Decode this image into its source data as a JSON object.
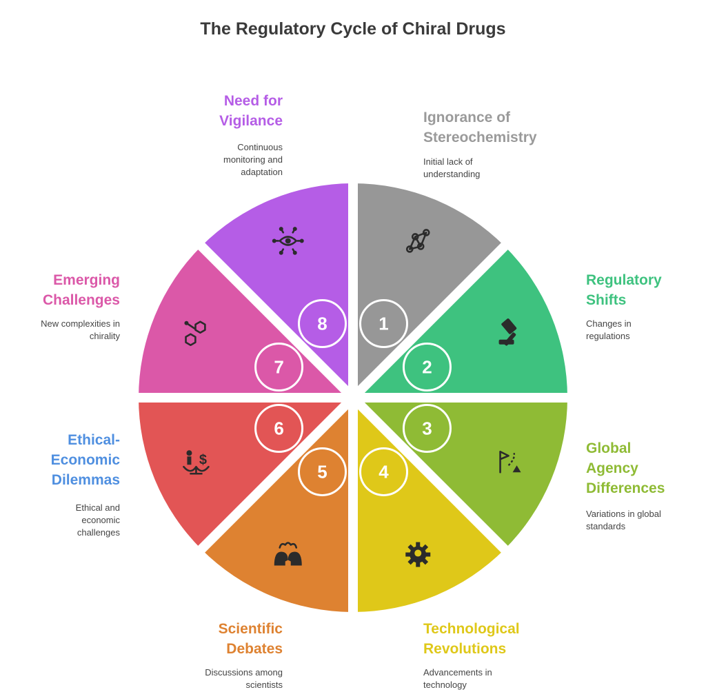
{
  "title": "The Regulatory Cycle of Chiral Drugs",
  "stages": [
    {
      "number": "1",
      "title": "Ignorance of\nStereochemistry",
      "description": "Initial lack of\nunderstanding",
      "color": "#979797",
      "icon": "molecule-network-icon"
    },
    {
      "number": "2",
      "title": "Regulatory\nShifts",
      "description": "Changes in\nregulations",
      "color": "#3ec27f",
      "icon": "gavel-icon"
    },
    {
      "number": "3",
      "title": "Global\nAgency\nDifferences",
      "description": "Variations in global\nstandards",
      "color": "#8fbb35",
      "icon": "flag-path-icon"
    },
    {
      "number": "4",
      "title": "Technological\nRevolutions",
      "description": "Advancements in\ntechnology",
      "color": "#dfc819",
      "icon": "gear-bulb-icon"
    },
    {
      "number": "5",
      "title": "Scientific\nDebates",
      "description": "Discussions among\nscientists",
      "color": "#de8231",
      "icon": "debate-heads-icon"
    },
    {
      "number": "6",
      "title": "Ethical-\nEconomic\nDilemmas",
      "description": "Ethical and\neconomic\nchallenges",
      "color": "#e25555",
      "icon": "balance-scale-icon"
    },
    {
      "number": "7",
      "title": "Emerging\nChallenges",
      "description": "New complexities in\nchirality",
      "color": "#db58a8",
      "icon": "hexagon-molecule-icon"
    },
    {
      "number": "8",
      "title": "Need for\nVigilance",
      "description": "Continuous\nmonitoring and\nadaptation",
      "color": "#b55de6",
      "icon": "eye-network-icon"
    }
  ],
  "title_colors": [
    "#9a9a9a",
    "#3ec27f",
    "#8fbb35",
    "#dfc819",
    "#de8231",
    "#4f8fe0",
    "#db58a8",
    "#b55de6"
  ]
}
